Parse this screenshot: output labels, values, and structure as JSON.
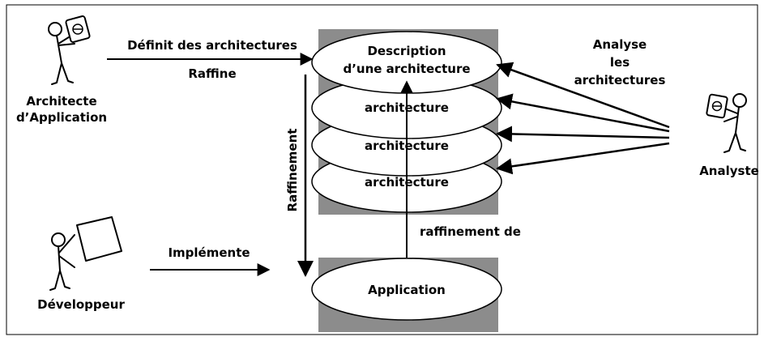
{
  "actors": {
    "architecte": {
      "line1": "Architecte",
      "line2": "d’Application"
    },
    "developpeur": {
      "label": "Développeur"
    },
    "analyste": {
      "label": "Analyste"
    }
  },
  "nodes": {
    "description": {
      "line1": "Description",
      "line2": "d’une architecture"
    },
    "architecture_1": "architecture",
    "architecture_2": "architecture",
    "architecture_3": "architecture",
    "application": "Application"
  },
  "edges": {
    "definit": "Définit des architectures",
    "raffine": "Raffine",
    "raffinement": "Raffinement",
    "implemente": "Implémente",
    "raffinement_de": "raffinement de",
    "analyse": {
      "line1": "Analyse",
      "line2": "les",
      "line3": "architectures"
    }
  },
  "colors": {
    "box_fill": "#8c8c8c",
    "line": "#000000",
    "ellipse_fill": "#ffffff"
  }
}
